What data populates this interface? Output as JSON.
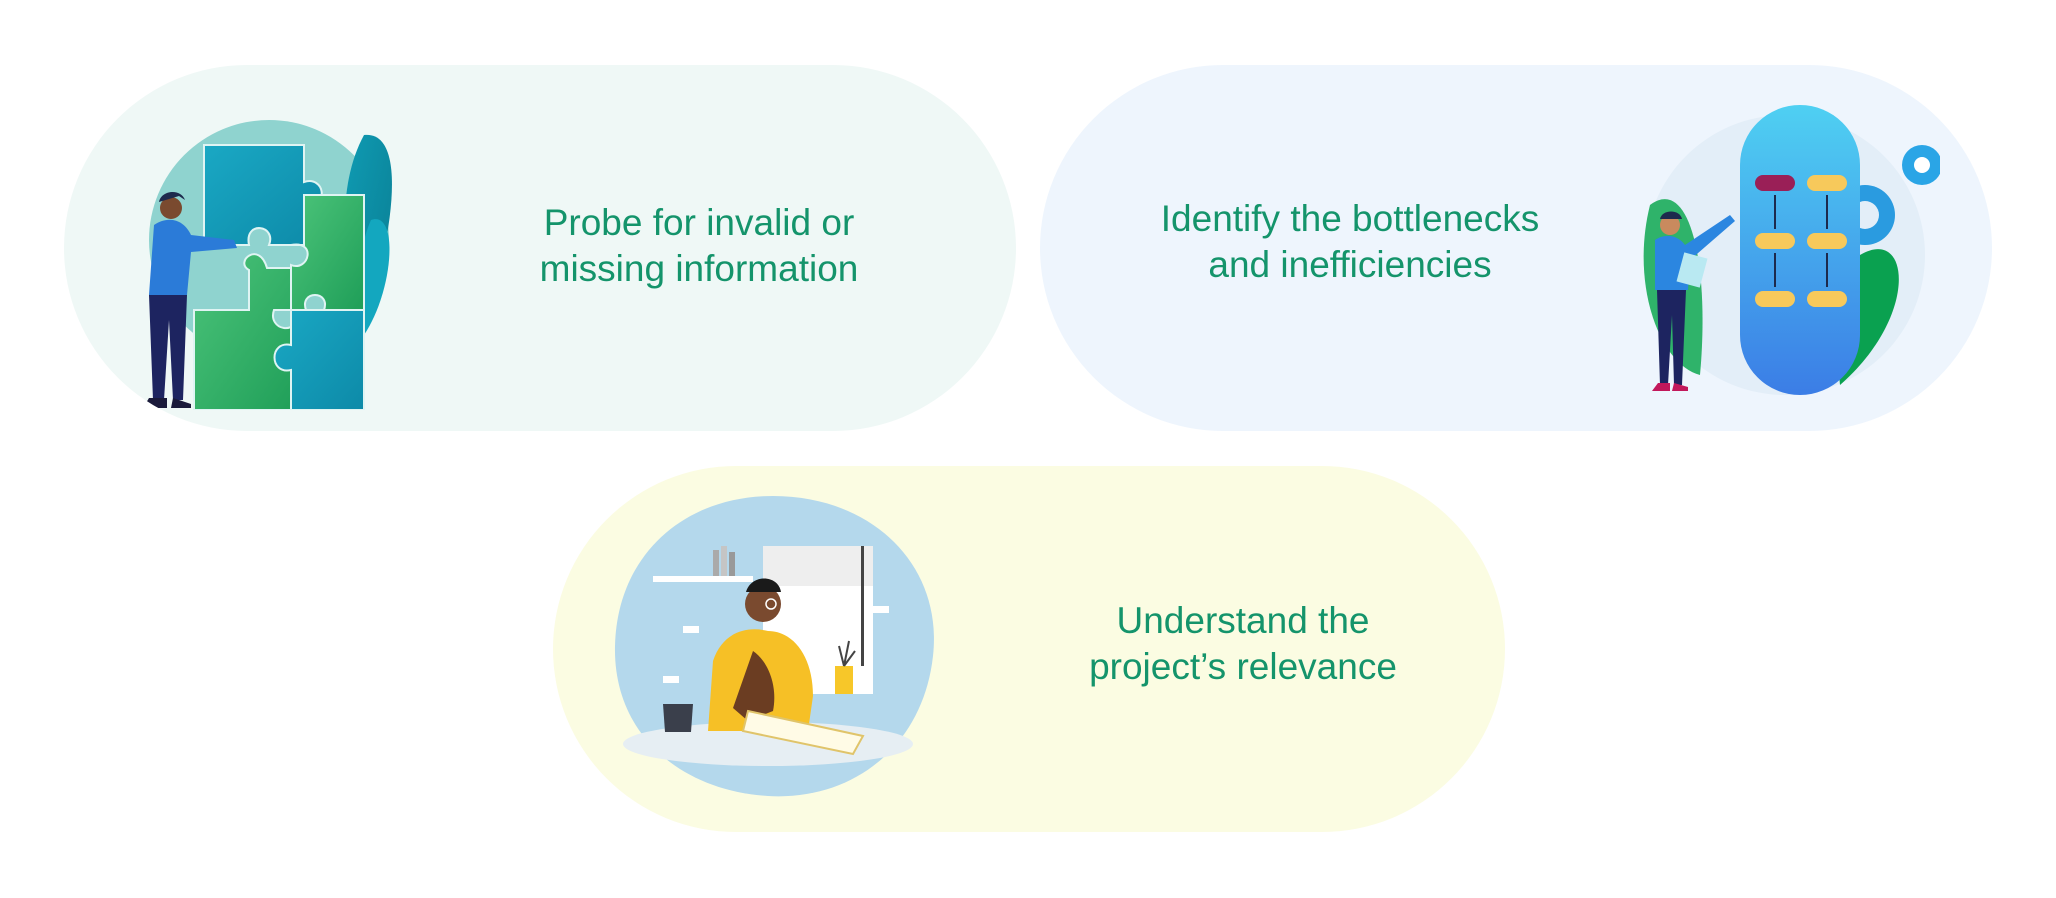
{
  "cards": [
    {
      "text_line1": "Probe for invalid or",
      "text_line2": "missing information",
      "icon": "puzzle-illustration"
    },
    {
      "text_line1": "Identify the bottlenecks",
      "text_line2": "and inefficiencies",
      "icon": "workflow-illustration"
    },
    {
      "text_line1": "Understand the",
      "text_line2": "project’s relevance",
      "icon": "thinking-person-illustration"
    }
  ],
  "colors": {
    "text": "#14946b",
    "card1_bg": "#eff8f6",
    "card2_bg": "#eef5fd",
    "card3_bg": "#fbfce2"
  }
}
